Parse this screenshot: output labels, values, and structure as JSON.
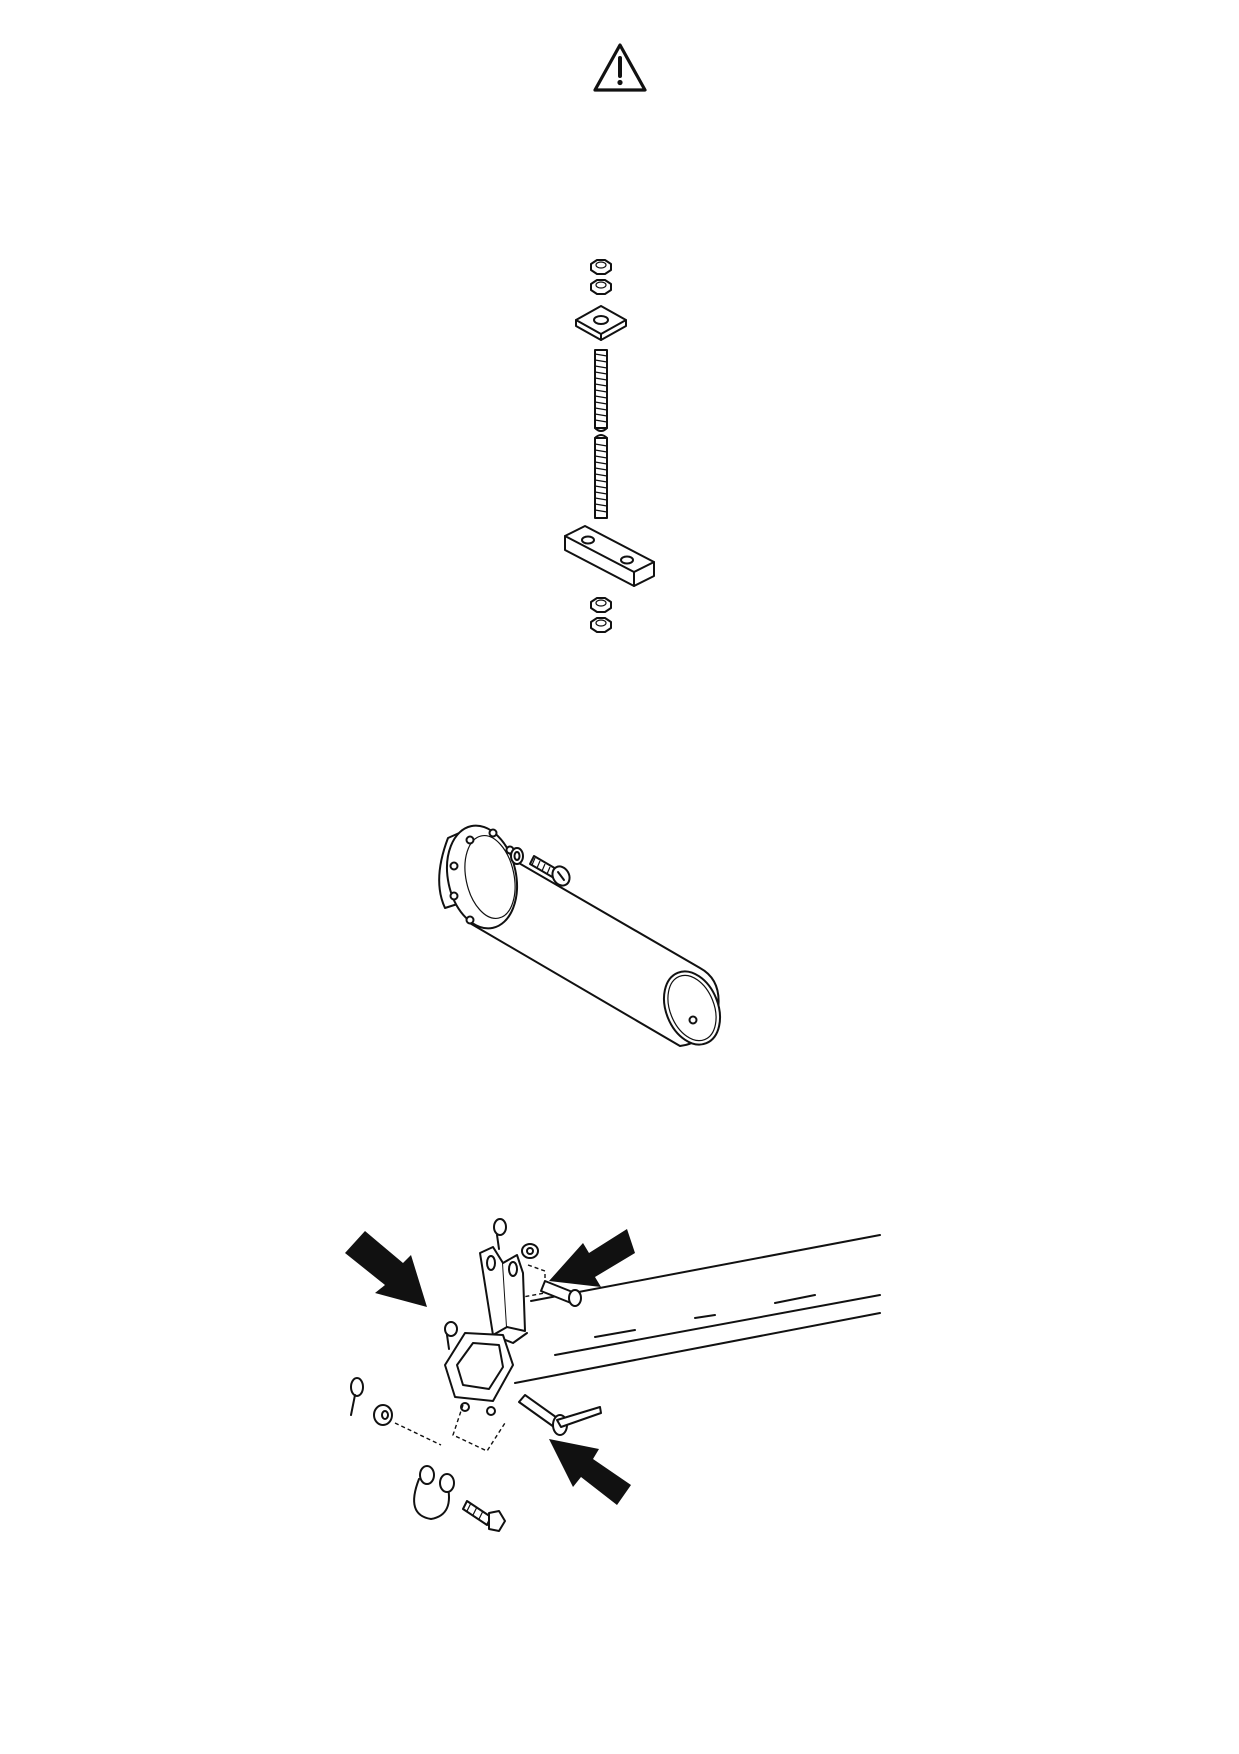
{
  "page": {
    "warning_icon": "warning-triangle-icon"
  },
  "figures": [
    {
      "name": "threaded-rod-assembly-illustration",
      "icon": "threaded-rod-icon"
    },
    {
      "name": "flanged-cylinder-with-bolt-illustration",
      "icon": "cylinder-icon"
    },
    {
      "name": "beam-bracket-pin-assembly-illustration",
      "icon": "bracket-assembly-icon"
    }
  ],
  "colors": {
    "ink": "#111111",
    "paper": "#ffffff"
  }
}
